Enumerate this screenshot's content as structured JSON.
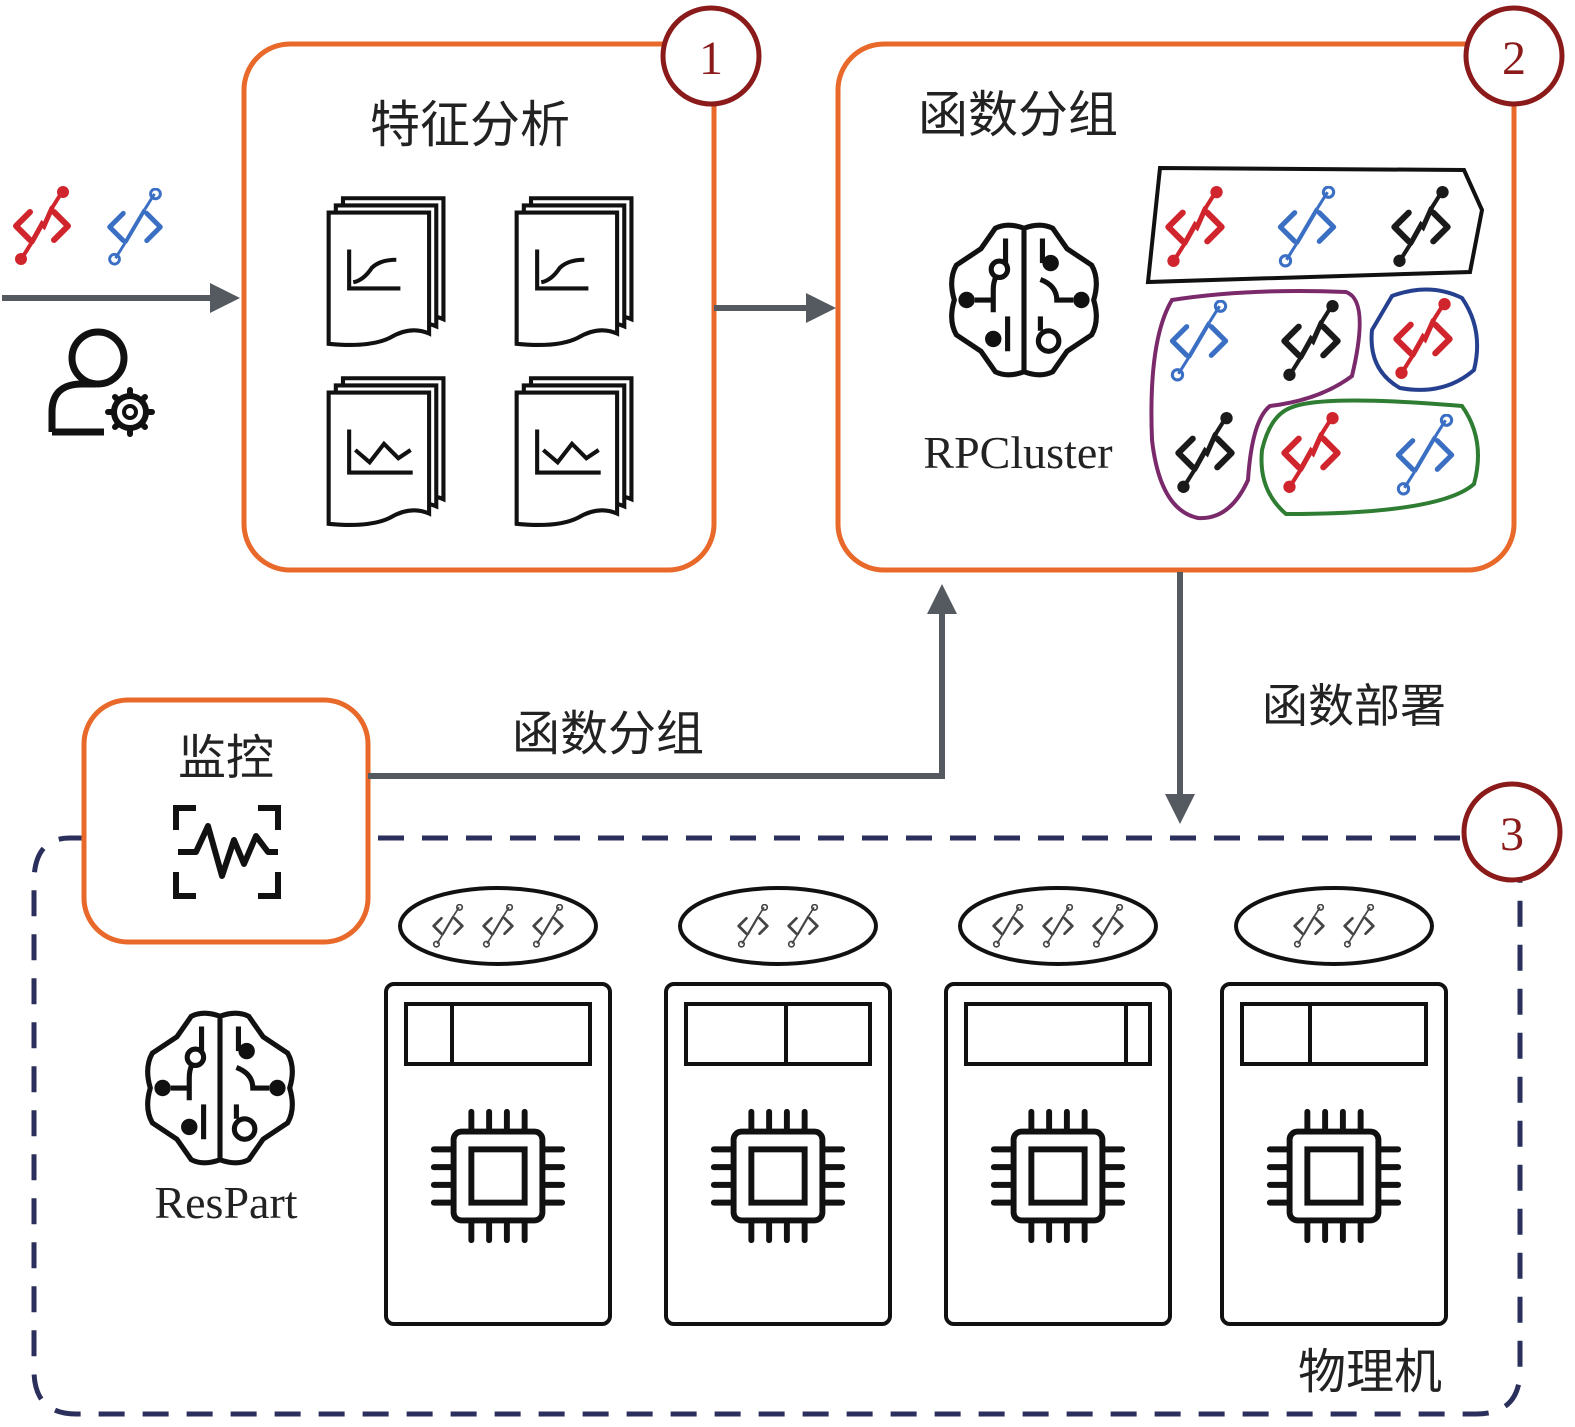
{
  "stage1": {
    "badge": "1",
    "title": "特征分析"
  },
  "stage2": {
    "badge": "2",
    "title": "函数分组",
    "model_label": "RPCluster"
  },
  "stage3": {
    "badge": "3",
    "model_label": "ResPart",
    "machines_label": "物理机"
  },
  "monitor": {
    "title": "监控"
  },
  "edges": {
    "monitor_to_grouping": "函数分组",
    "grouping_to_deploy": "函数部署"
  },
  "servers": [
    {
      "function_count": 3
    },
    {
      "function_count": 2
    },
    {
      "function_count": 3
    },
    {
      "function_count": 2
    }
  ],
  "colors": {
    "stage_border": "#e8692a",
    "badge_border": "#8b1a1a",
    "arrow": "#555a60",
    "dashed_border": "#2b2f5c",
    "fn_red": "#d0252d",
    "fn_blue": "#3a6fc4",
    "fn_black": "#1a1a1a",
    "group_black": "#111111",
    "group_purple": "#7a2a6a",
    "group_blue": "#25408f",
    "group_green": "#2e7d32"
  },
  "icons": {
    "function": "function-code-icon",
    "user": "user-settings-icon",
    "document": "chart-document-stack-icon",
    "model": "ai-brain-icon",
    "monitor": "monitor-pulse-icon",
    "cpu": "cpu-chip-icon"
  }
}
